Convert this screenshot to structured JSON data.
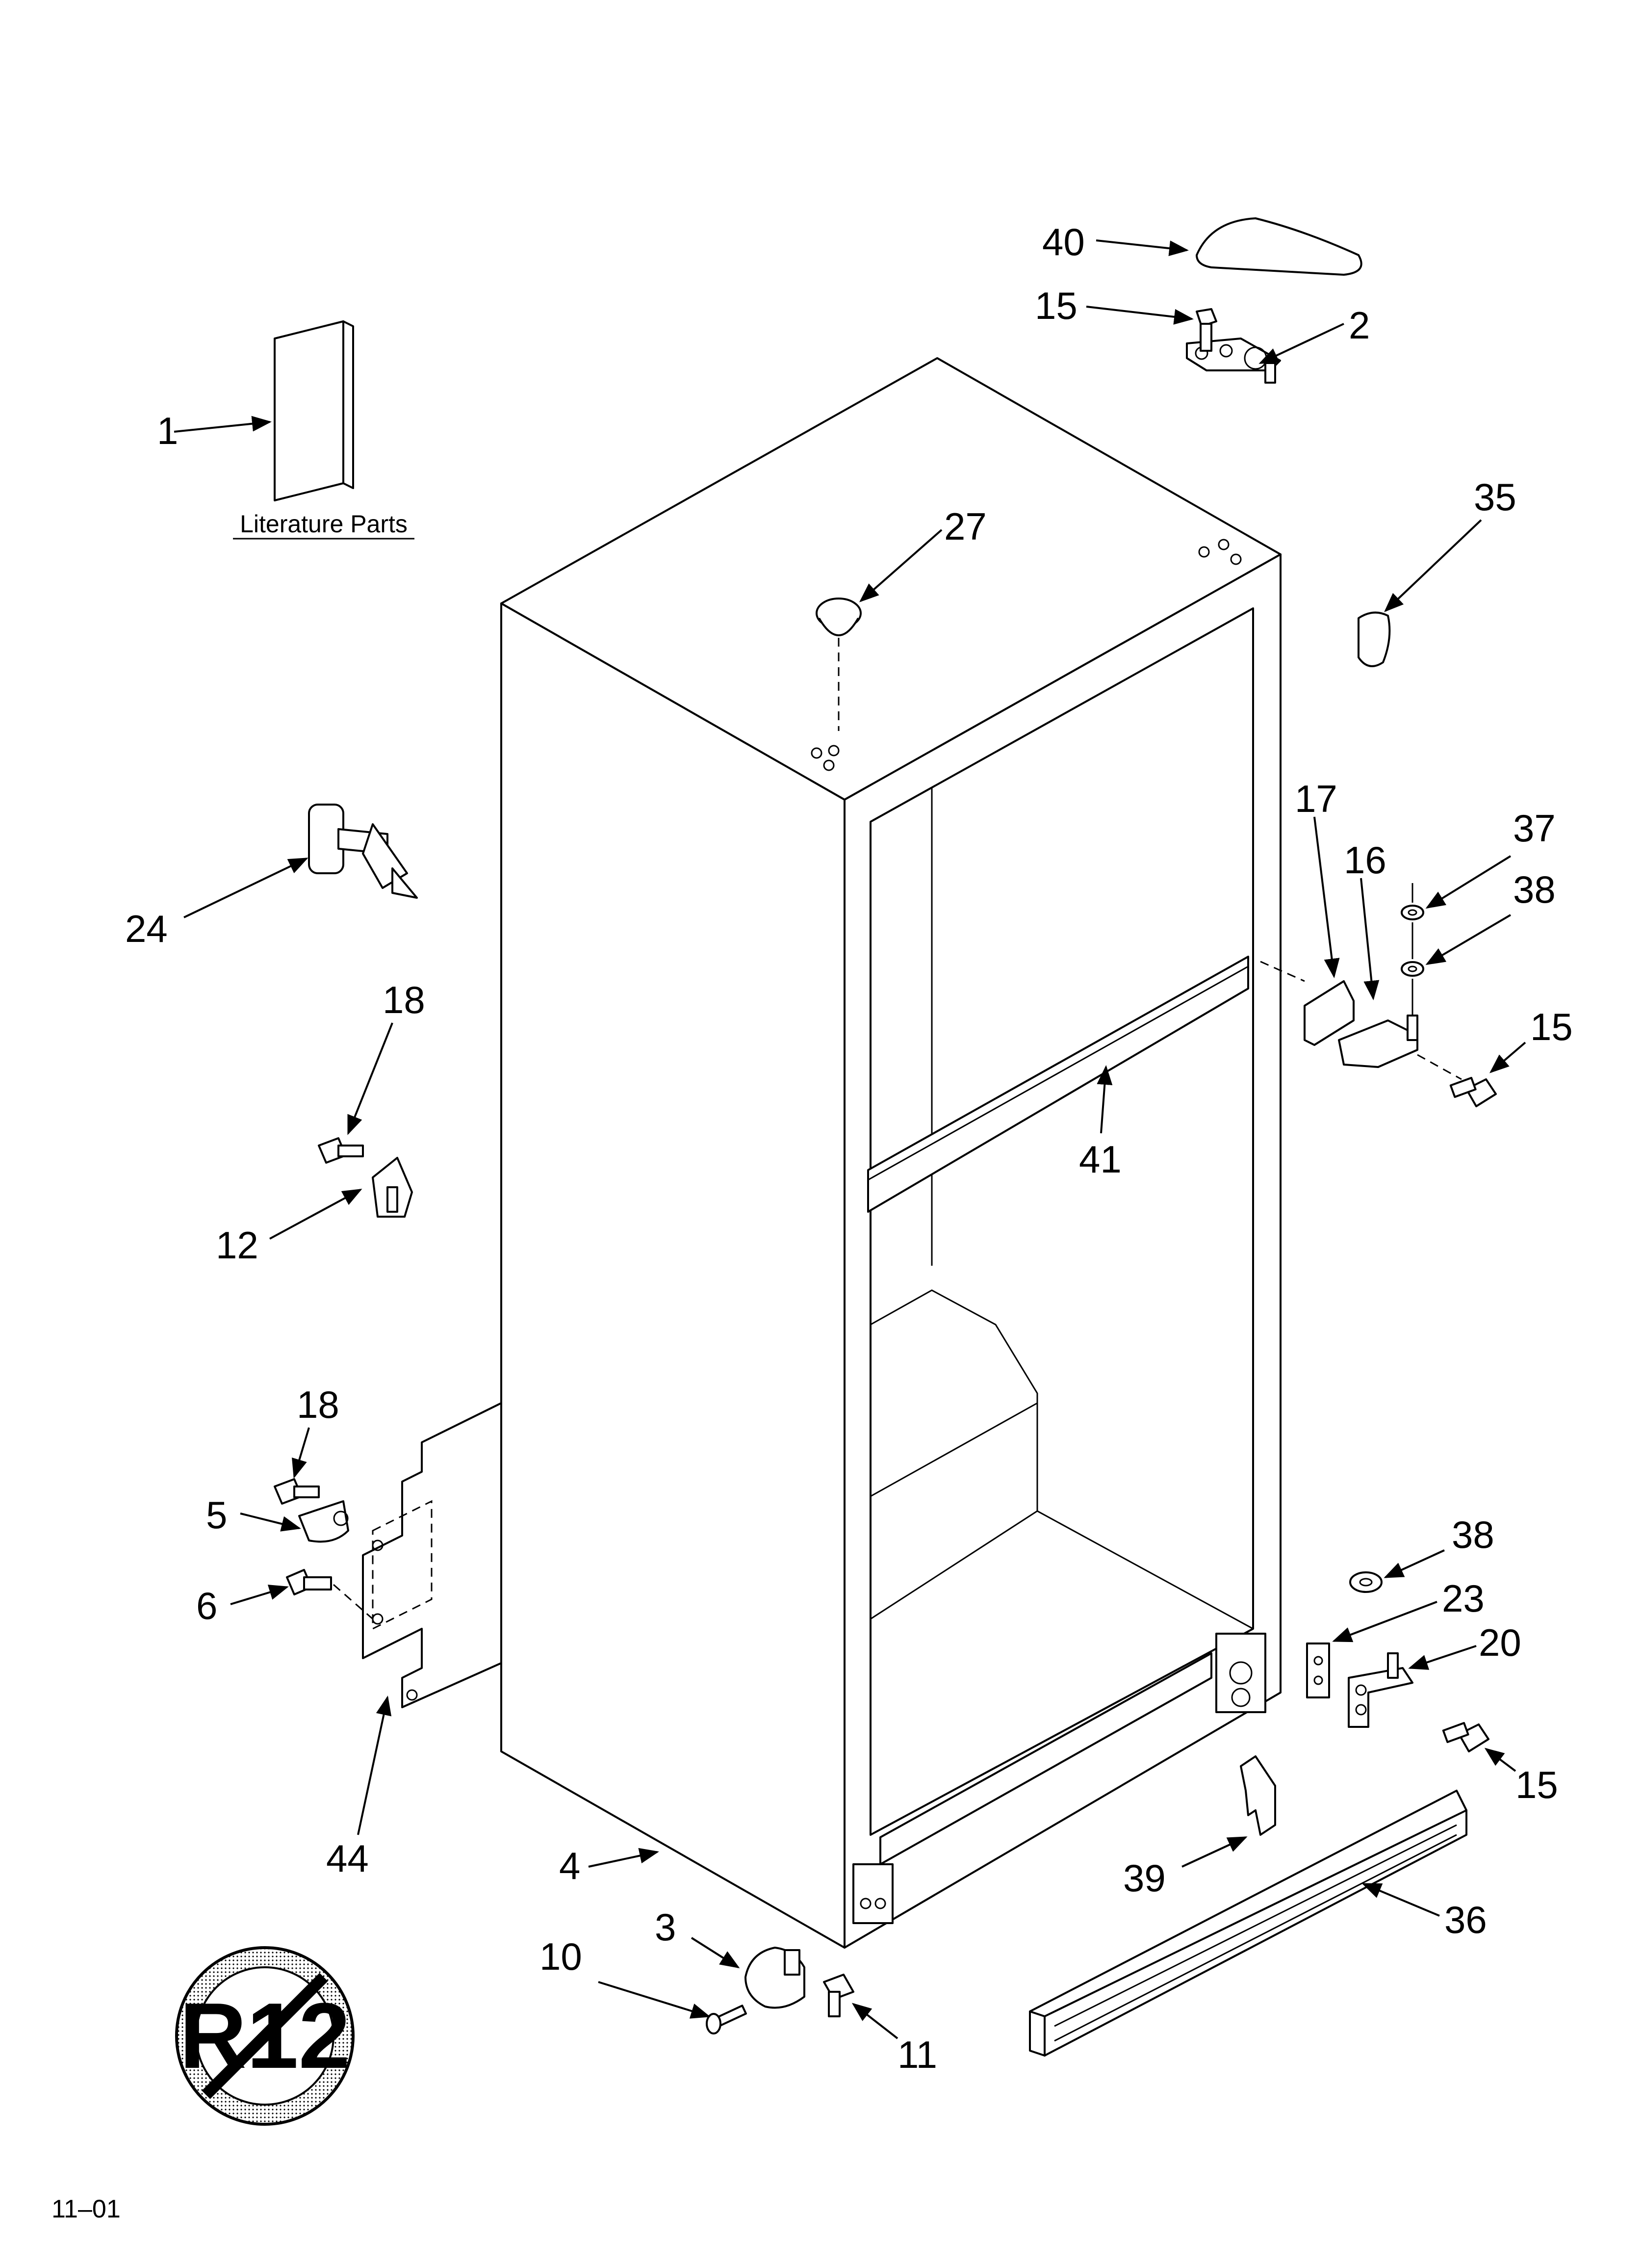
{
  "literature_caption": "Literature Parts",
  "revision_code": "11–01",
  "refrigerant_symbol_text": "R12",
  "callouts": [
    "1",
    "2",
    "3",
    "4",
    "5",
    "6",
    "10",
    "11",
    "12",
    "15",
    "15",
    "15",
    "16",
    "17",
    "18",
    "18",
    "20",
    "23",
    "24",
    "27",
    "35",
    "36",
    "37",
    "38",
    "38",
    "39",
    "40",
    "41",
    "44"
  ]
}
